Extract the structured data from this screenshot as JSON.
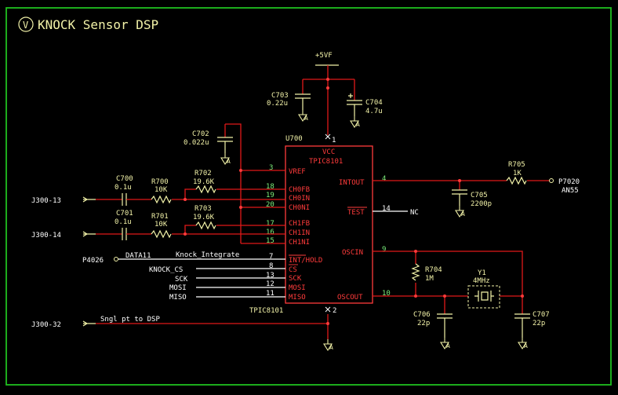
{
  "title": "KNOCK Sensor DSP",
  "title_badge": "V",
  "power": {
    "label": "+5VF"
  },
  "ic": {
    "refdes": "U700",
    "part_top": "TPIC8101",
    "part_bottom": "TPIC8101",
    "vcc_label": "VCC",
    "vcc_pin": "1",
    "gnd_pin": "2",
    "pins_left": [
      {
        "num": "3",
        "name": "VREF"
      },
      {
        "num": "18",
        "name": "CH0FB"
      },
      {
        "num": "19",
        "name": "CH0IN"
      },
      {
        "num": "20",
        "name": "CH0NI"
      },
      {
        "num": "17",
        "name": "CH1FB"
      },
      {
        "num": "16",
        "name": "CH1IN"
      },
      {
        "num": "15",
        "name": "CH1NI"
      },
      {
        "num": "7",
        "name": "INT/HOLD"
      },
      {
        "num": "8",
        "name": "CS"
      },
      {
        "num": "13",
        "name": "SCK"
      },
      {
        "num": "12",
        "name": "MOSI"
      },
      {
        "num": "11",
        "name": "MISO"
      }
    ],
    "pins_right": [
      {
        "num": "4",
        "name": "INTOUT"
      },
      {
        "num": "14",
        "name": "TEST"
      },
      {
        "num": "9",
        "name": "OSCIN"
      },
      {
        "num": "10",
        "name": "OSCOUT"
      }
    ]
  },
  "components": [
    {
      "ref": "C703",
      "value": "0.22u"
    },
    {
      "ref": "C704",
      "value": "4.7u"
    },
    {
      "ref": "C702",
      "value": "0.022u"
    },
    {
      "ref": "C700",
      "value": "0.1u"
    },
    {
      "ref": "C701",
      "value": "0.1u"
    },
    {
      "ref": "R700",
      "value": "10K"
    },
    {
      "ref": "R701",
      "value": "10K"
    },
    {
      "ref": "R702",
      "value": "19.6K"
    },
    {
      "ref": "R703",
      "value": "19.6K"
    },
    {
      "ref": "R705",
      "value": "1K"
    },
    {
      "ref": "C705",
      "value": "2200p"
    },
    {
      "ref": "R704",
      "value": "1M"
    },
    {
      "ref": "Y1",
      "value": "4MHz"
    },
    {
      "ref": "C706",
      "value": "22p"
    },
    {
      "ref": "C707",
      "value": "22p"
    }
  ],
  "ports": [
    {
      "ref": "J300-13",
      "net": ""
    },
    {
      "ref": "J300-14",
      "net": ""
    },
    {
      "ref": "P4026",
      "net": "DATA11"
    },
    {
      "ref": "J300-32",
      "net": "Sngl pt to DSP"
    },
    {
      "ref": "P7020",
      "net": "AN55"
    }
  ],
  "nets": {
    "knock_integrate": "Knock_Integrate",
    "knock_cs": "KNOCK_CS",
    "sck": "SCK",
    "mosi": "MOSI",
    "miso": "MISO",
    "test_nc": "NC"
  },
  "ground_symbol": "A",
  "colors": {
    "background": "#000000",
    "wire": "#e01818",
    "component": "#f2f2a8",
    "pin_number": "#7cf07c",
    "border": "#1fbf1f",
    "digital_net": "#ffffff"
  }
}
